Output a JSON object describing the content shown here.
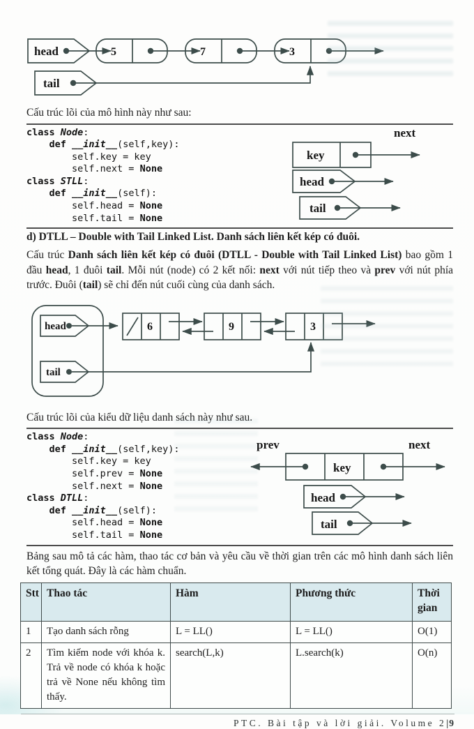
{
  "stll": {
    "list_diagram": {
      "head": "head",
      "tail": "tail",
      "nodes": [
        "5",
        "7",
        "3"
      ]
    },
    "intro": "Cấu trúc lõi của mô hình này như sau:",
    "code": [
      [
        [
          "k",
          "class "
        ],
        [
          "n",
          "Node"
        ],
        [
          "p",
          ":"
        ]
      ],
      [
        [
          "p",
          "    "
        ],
        [
          "k",
          "def "
        ],
        [
          "n",
          "__init__"
        ],
        [
          "p",
          "(self,key):"
        ]
      ],
      [
        [
          "p",
          "        self.key = key"
        ]
      ],
      [
        [
          "p",
          "        self.next = "
        ],
        [
          "v",
          "None"
        ]
      ],
      [
        [
          "k",
          "class "
        ],
        [
          "n",
          "STLL"
        ],
        [
          "p",
          ":"
        ]
      ],
      [
        [
          "p",
          "    "
        ],
        [
          "k",
          "def "
        ],
        [
          "n",
          "__init__"
        ],
        [
          "p",
          "(self):"
        ]
      ],
      [
        [
          "p",
          "        self.head = "
        ],
        [
          "v",
          "None"
        ]
      ],
      [
        [
          "p",
          "        self.tail = "
        ],
        [
          "v",
          "None"
        ]
      ]
    ],
    "node_diagram": {
      "key": "key",
      "next": "next",
      "head": "head",
      "tail": "tail"
    }
  },
  "dtll": {
    "heading": "d) DTLL – Double with Tail Linked List. Danh sách liên kết kép có đuôi.",
    "desc": [
      [
        "",
        "Cấu trúc "
      ],
      [
        "b",
        "Danh sách liên kết kép có đuôi (DTLL - Double with Tail Linked List)"
      ],
      [
        "",
        " bao gồm 1 đầu "
      ],
      [
        "b",
        "head"
      ],
      [
        "",
        ", 1 đuôi "
      ],
      [
        "b",
        "tail"
      ],
      [
        "",
        ". Mỗi nút (node) có 2 kết nối: "
      ],
      [
        "b",
        "next"
      ],
      [
        "",
        " với nút tiếp theo và "
      ],
      [
        "b",
        "prev"
      ],
      [
        "",
        " với nút phía trước. Đuôi ("
      ],
      [
        "b",
        "tail"
      ],
      [
        "",
        ") sẽ chỉ đến nút cuối cùng của danh sách."
      ]
    ],
    "list_diagram": {
      "head": "head",
      "tail": "tail",
      "nodes": [
        "6",
        "9",
        "3"
      ]
    },
    "intro": "Cấu trúc lõi của kiểu dữ liệu danh sách này như sau.",
    "code": [
      [
        [
          "k",
          "class "
        ],
        [
          "n",
          "Node"
        ],
        [
          "p",
          ":"
        ]
      ],
      [
        [
          "p",
          "    "
        ],
        [
          "k",
          "def "
        ],
        [
          "n",
          "__init__"
        ],
        [
          "p",
          "(self,key):"
        ]
      ],
      [
        [
          "p",
          "        self.key = key"
        ]
      ],
      [
        [
          "p",
          "        self.prev = "
        ],
        [
          "v",
          "None"
        ]
      ],
      [
        [
          "p",
          "        self.next = "
        ],
        [
          "v",
          "None"
        ]
      ],
      [
        [
          "k",
          "class "
        ],
        [
          "n",
          "DTLL"
        ],
        [
          "p",
          ":"
        ]
      ],
      [
        [
          "p",
          "    "
        ],
        [
          "k",
          "def "
        ],
        [
          "n",
          "__init__"
        ],
        [
          "p",
          "(self):"
        ]
      ],
      [
        [
          "p",
          "        self.head = "
        ],
        [
          "v",
          "None"
        ]
      ],
      [
        [
          "p",
          "        self.tail = "
        ],
        [
          "v",
          "None"
        ]
      ]
    ],
    "node_diagram": {
      "prev": "prev",
      "key": "key",
      "next": "next",
      "head": "head",
      "tail": "tail"
    }
  },
  "table_intro": [
    [
      "",
      "Bảng sau mô tả các hàm, thao tác cơ bản và yêu cầu về thời gian trên các mô hình danh sách liên kết tổng quát. Đây là các hàm chuẩn."
    ]
  ],
  "table": {
    "headers": [
      "Stt",
      "Thao tác",
      "Hàm",
      "Phương thức",
      "Thời gian"
    ],
    "rows": [
      [
        "1",
        "Tạo danh sách rỗng",
        "L = LL()",
        "L = LL()",
        "O(1)"
      ],
      [
        "2",
        "Tìm kiếm node với khóa k. Trả về node có khóa k hoặc trả về None nếu không tìm thấy.",
        "search(L,k)",
        "L.search(k)",
        "O(n)"
      ]
    ]
  },
  "footer": {
    "left": "PTC. Bài tập và lời giải. Volume 2",
    "divider": "|",
    "page": "9"
  }
}
